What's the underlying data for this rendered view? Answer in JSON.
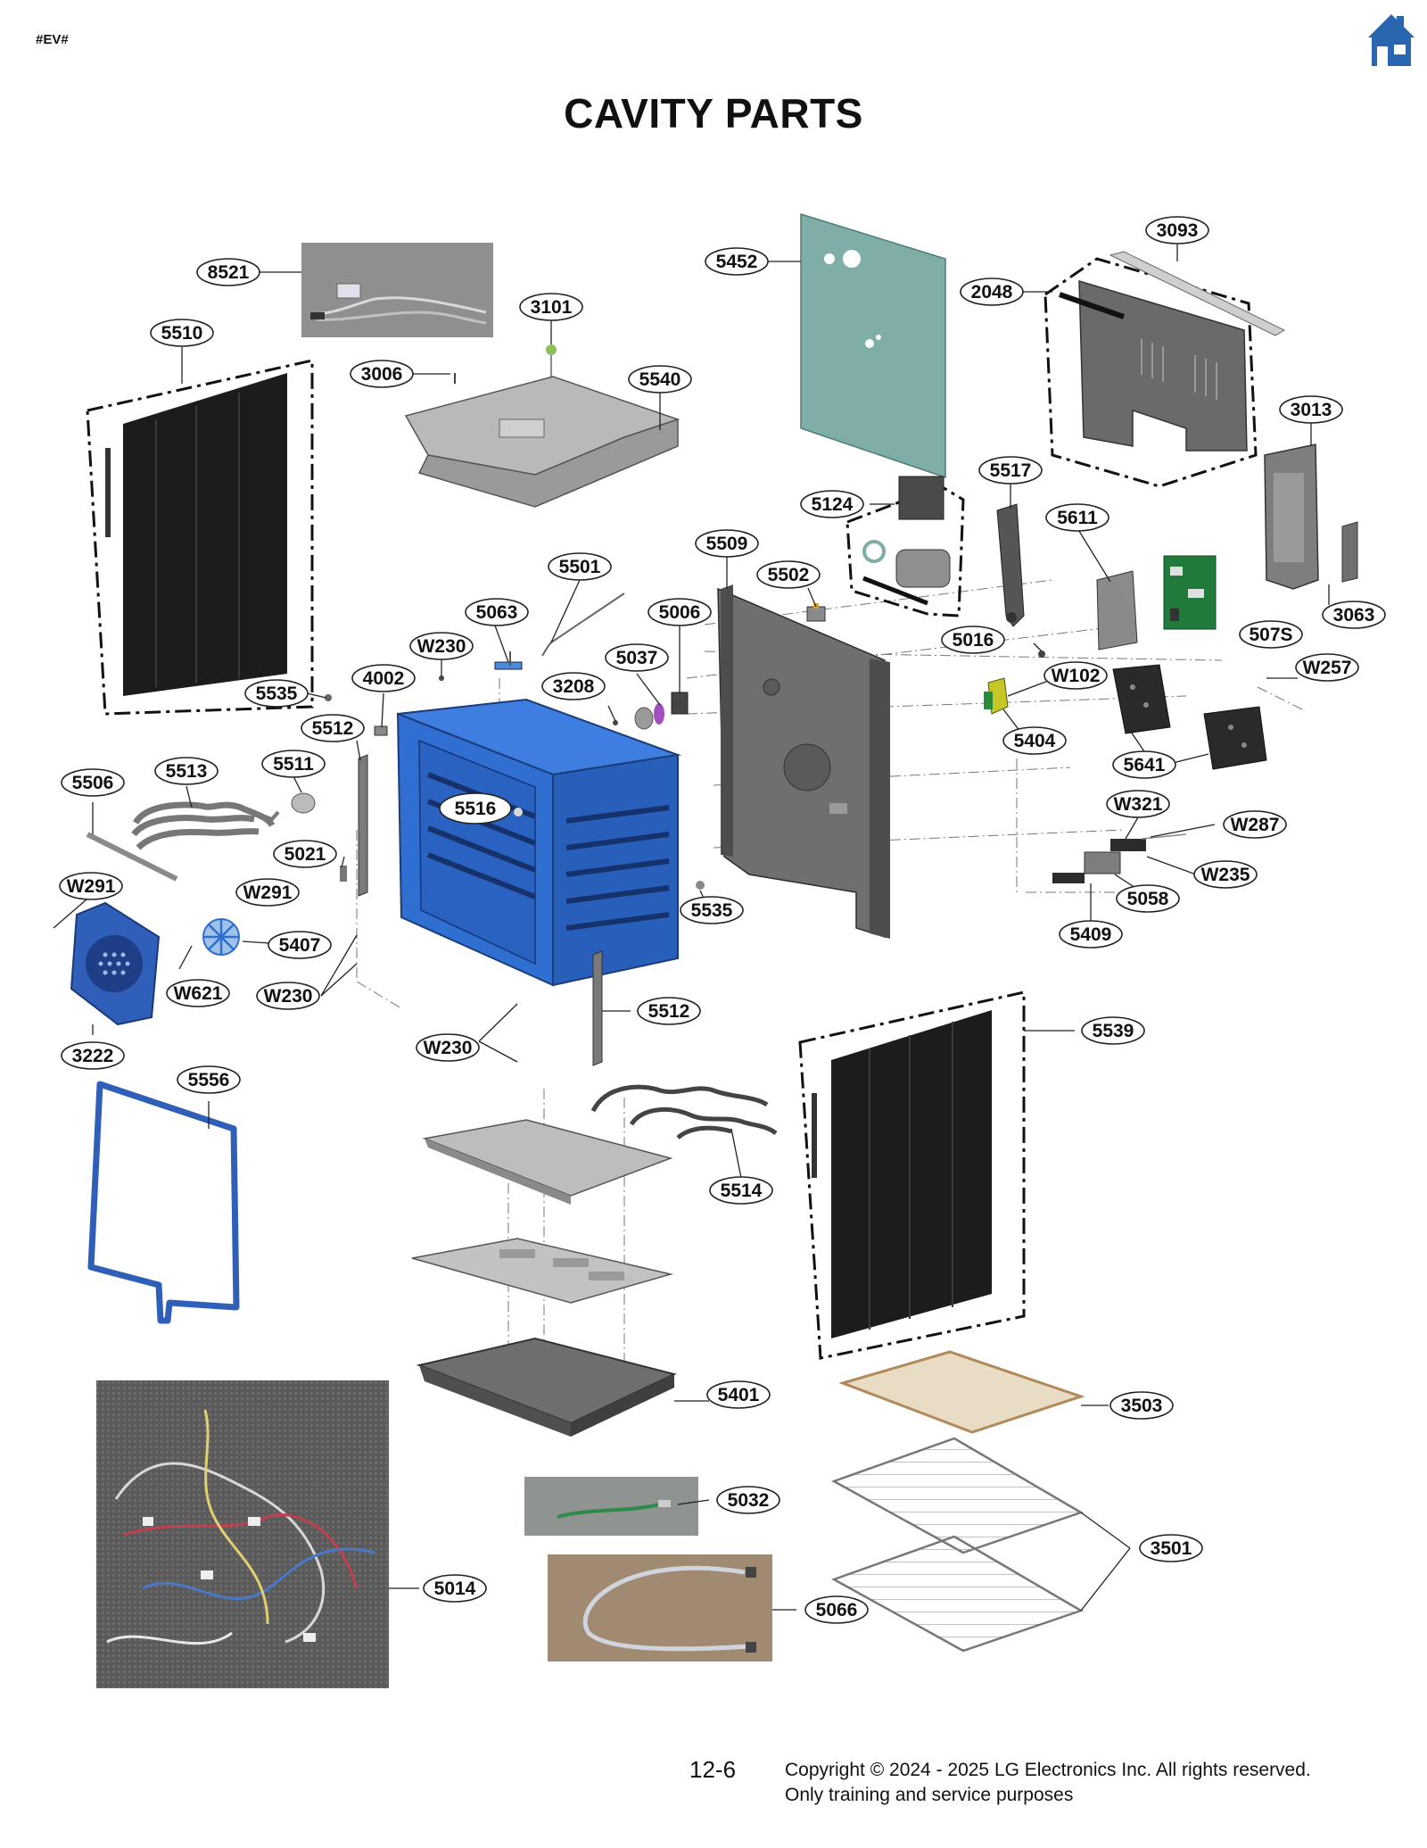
{
  "page": {
    "tag": "#EV#",
    "title": "CAVITY PARTS",
    "page_number": "12-6",
    "copyright": "Copyright © 2024 - 2025 LG Electronics Inc. All rights reserved.",
    "usage_note": "Only training and service purposes"
  },
  "colors": {
    "cavity_blue": "#2f6fd1",
    "panel_teal": "#7faea8",
    "dark_panel": "#1c1c1c",
    "gray_part": "#8a8a8a",
    "home_icon": "#2a66b0"
  },
  "icons": {
    "home": "home-icon"
  },
  "labels": {
    "8521": "8521",
    "3101": "3101",
    "5510": "5510",
    "3006": "3006",
    "5540": "5540",
    "5452": "5452",
    "2048": "2048",
    "3093": "3093",
    "3013": "3013",
    "5517": "5517",
    "5124": "5124",
    "5611": "5611",
    "5509": "5509",
    "5501": "5501",
    "5502": "5502",
    "5063": "5063",
    "5006": "5006",
    "W230a": "W230",
    "5037": "5037",
    "3208": "3208",
    "4002": "4002",
    "5535a": "5535",
    "5512a": "5512",
    "5016": "5016",
    "507S": "507S",
    "3063": "3063",
    "W102": "W102",
    "W257": "W257",
    "5404": "5404",
    "5641": "5641",
    "5506": "5506",
    "5513": "5513",
    "5511": "5511",
    "5516": "5516",
    "5021": "5021",
    "W291a": "W291",
    "W291b": "W291",
    "W321": "W321",
    "W287": "W287",
    "W235": "W235",
    "5058": "5058",
    "5409": "5409",
    "5535b": "5535",
    "5407": "5407",
    "W621": "W621",
    "W230b": "W230",
    "5512b": "5512",
    "W230c": "W230",
    "3222": "3222",
    "5556": "5556",
    "5539": "5539",
    "5514": "5514",
    "5401": "5401",
    "3503": "3503",
    "5032": "5032",
    "3501": "3501",
    "5014": "5014",
    "5066": "5066"
  }
}
